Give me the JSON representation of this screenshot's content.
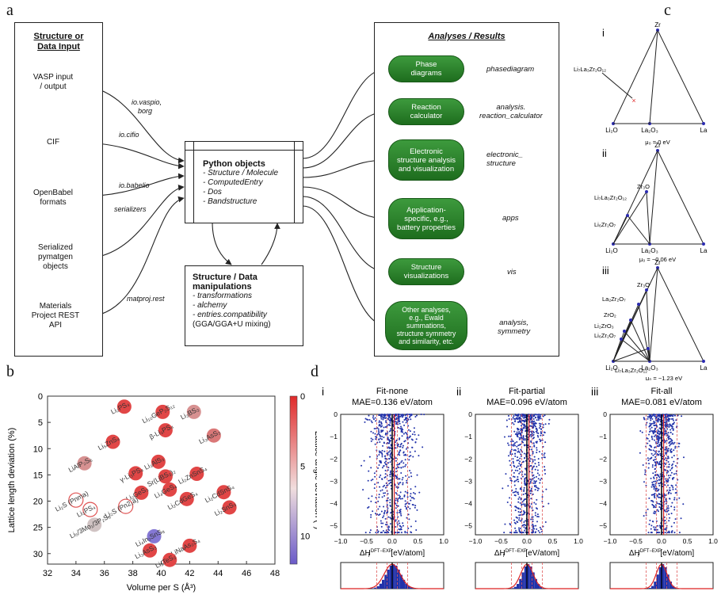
{
  "panel_labels": {
    "a": "a",
    "b": "b",
    "c": "c",
    "d": "d"
  },
  "panel_a": {
    "input_header": [
      "Structure or",
      "Data Input"
    ],
    "inputs": [
      {
        "label": [
          "VASP input",
          "/ output"
        ]
      },
      {
        "label": [
          "CIF"
        ]
      },
      {
        "label": [
          "OpenBabel",
          "formats"
        ]
      },
      {
        "label": [
          "Serialized",
          "pymatgen",
          "objects"
        ]
      },
      {
        "label": [
          "Materials",
          "Project REST",
          "API"
        ]
      }
    ],
    "connectors": [
      [
        "io.vaspio,",
        "borg"
      ],
      [
        "io.cifio"
      ],
      [
        "io.babelio"
      ],
      [
        "serializers"
      ],
      [
        "matproj.rest"
      ]
    ],
    "python_objects": {
      "title": "Python objects",
      "items": [
        "- Structure / Molecule",
        "- ComputedEntry",
        "- Dos",
        "- Bandstructure"
      ]
    },
    "manipulations": {
      "title": [
        "Structure / Data",
        "manipulations"
      ],
      "items": [
        "- transformations",
        "- alchemy",
        "- entries.compatibility"
      ],
      "note": "(GGA/GGA+U mixing)"
    },
    "results_header": "Analyses / Results",
    "results": [
      {
        "box": [
          "Phase",
          "diagrams"
        ],
        "module": [
          "phasediagram"
        ]
      },
      {
        "box": [
          "Reaction",
          "calculator"
        ],
        "module": [
          "analysis.",
          "reaction_calculator"
        ]
      },
      {
        "box": [
          "Electronic",
          "structure analysis",
          "and visualization"
        ],
        "module": [
          "electronic_",
          "structure"
        ]
      },
      {
        "box": [
          "Application-",
          "specific, e.g.,",
          "battery properties"
        ],
        "module": [
          "apps"
        ]
      },
      {
        "box": [
          "Structure",
          "visualizations"
        ],
        "module": [
          "vis"
        ]
      },
      {
        "box": [
          "Other analyses,",
          "e.g., Ewald",
          "summations,",
          "structure symmetry",
          "and similarity, etc."
        ],
        "module": [
          "analysis,",
          "symmetry"
        ]
      }
    ]
  },
  "panel_b": {
    "xlabel": "Volume per S (Å³)",
    "ylabel": "Lattice length deviation (%)",
    "colorbar_label": "Lattice angle deviation (°)",
    "colorbar_ticks": [
      "0",
      "5",
      "10"
    ],
    "xticks": [
      "32",
      "34",
      "36",
      "38",
      "40",
      "42",
      "44",
      "46",
      "48"
    ],
    "yticks": [
      "0",
      "5",
      "10",
      "15",
      "20",
      "25",
      "30"
    ],
    "points": [
      {
        "label": "Li₂PS₄",
        "x": 37.4,
        "y": 2.0,
        "dev": 1
      },
      {
        "label": "Li₁₀GeP₂S₁₂",
        "x": 40.1,
        "y": 3.0,
        "dev": 1
      },
      {
        "label": "Li₃BS₃",
        "x": 42.3,
        "y": 3.0,
        "dev": 4
      },
      {
        "label": "β-Li₃PS₄",
        "x": 40.3,
        "y": 6.5,
        "dev": 1
      },
      {
        "label": "Li₃AsS₃",
        "x": 43.7,
        "y": 7.5,
        "dev": 3
      },
      {
        "label": "Li₅ZnS₄",
        "x": 36.6,
        "y": 8.7,
        "dev": 1
      },
      {
        "label": "LiAlP₂S₆",
        "x": 34.6,
        "y": 12.8,
        "dev": 4
      },
      {
        "label": "Li₃AlS₃",
        "x": 39.8,
        "y": 12.5,
        "dev": 1
      },
      {
        "label": "γ-Li₃PS₄",
        "x": 38.2,
        "y": 14.7,
        "dev": 1
      },
      {
        "label": "Sr(LiBS₃)₂",
        "x": 40.3,
        "y": 15.3,
        "dev": 1
      },
      {
        "label": "Li₂ZnSnS₄",
        "x": 42.5,
        "y": 14.8,
        "dev": 1
      },
      {
        "label": "Li₄GeS₄",
        "x": 40.6,
        "y": 17.8,
        "dev": 1
      },
      {
        "label": "Li₂GeS₃",
        "x": 38.6,
        "y": 18.4,
        "dev": 1
      },
      {
        "label": "Li₂CdSnS₄",
        "x": 44.4,
        "y": 18.3,
        "dev": 1
      },
      {
        "label": "Li₂CdGeS₄",
        "x": 41.8,
        "y": 19.6,
        "dev": 1
      },
      {
        "label": "Li₂S (Pnma)",
        "x": 34.0,
        "y": 19.8,
        "dev": 0,
        "hollow": true
      },
      {
        "label": "Li₃PS₄",
        "x": 35.0,
        "y": 21.6,
        "dev": 0,
        "hollow": true
      },
      {
        "label": "Li₂S (Pn2₁a)",
        "x": 37.5,
        "y": 21.0,
        "dev": 0,
        "hollow": true
      },
      {
        "label": "Li₂SnS₃",
        "x": 44.8,
        "y": 21.2,
        "dev": 1
      },
      {
        "label": "Li₅/3Mo₁/3P₂S₆",
        "x": 35.3,
        "y": 24.5,
        "dev": 6
      },
      {
        "label": "Li₄In₂SnS₈",
        "x": 39.5,
        "y": 26.7,
        "dev": 11
      },
      {
        "label": "Li₃AsS₃",
        "x": 39.2,
        "y": 29.4,
        "dev": 1
      },
      {
        "label": "LiNaAs₂S₄",
        "x": 42.0,
        "y": 28.5,
        "dev": 1
      },
      {
        "label": "Li₂TeS₃",
        "x": 40.6,
        "y": 31.2,
        "dev": 1
      }
    ]
  },
  "panel_c": {
    "subpanels": [
      {
        "roman": "i",
        "mu": "",
        "mu2": "",
        "compound_label": "Li₇La₃Zr₂O₁₂"
      },
      {
        "roman": "ii",
        "mu": "μ₀ = 0 eV",
        "mu2": "",
        "labels": [
          "Zr₃O",
          "Li₇La₃Zr₂O₁₂",
          "Li₆Zr₂O₇"
        ]
      },
      {
        "roman": "iii",
        "mu": "μ₀ = −0.06 eV",
        "mu2": "μ₀ = −1.23 eV",
        "labels": [
          "Zr₃O",
          "La₂Zr₂O₇",
          "ZrO₂",
          "Li₂ZrO₃",
          "Li₆Zr₂O₇",
          "Li₇La₃Zr₂O₁₂"
        ]
      }
    ],
    "vertex_labels": {
      "top": "Zr",
      "left": "Li₂O",
      "mid": "La₂O₃",
      "right": "La"
    }
  },
  "panel_d": {
    "subpanels": [
      {
        "roman": "i",
        "title": "Fit-none",
        "mae": "MAE=0.136 eV/atom"
      },
      {
        "roman": "ii",
        "title": "Fit-partial",
        "mae": "MAE=0.096 eV/atom"
      },
      {
        "roman": "iii",
        "title": "Fit-all",
        "mae": "MAE=0.081 eV/atom"
      }
    ],
    "xticks": [
      "−1.0",
      "−0.5",
      "0.0",
      "0.5",
      "1.0"
    ],
    "yticks": [
      "0",
      "−1",
      "−2",
      "−3",
      "−4",
      "−5"
    ],
    "xlabel": "ΔH",
    "xlabel_sup": "DFT−EXP",
    "xlabel_sub": "f",
    "xlabel_unit": "[eV/atom]"
  },
  "colors": {
    "green": "#2a812a",
    "point_red": "#e03535",
    "point_purple": "#7766c8",
    "scatter_blue": "#2233aa"
  }
}
